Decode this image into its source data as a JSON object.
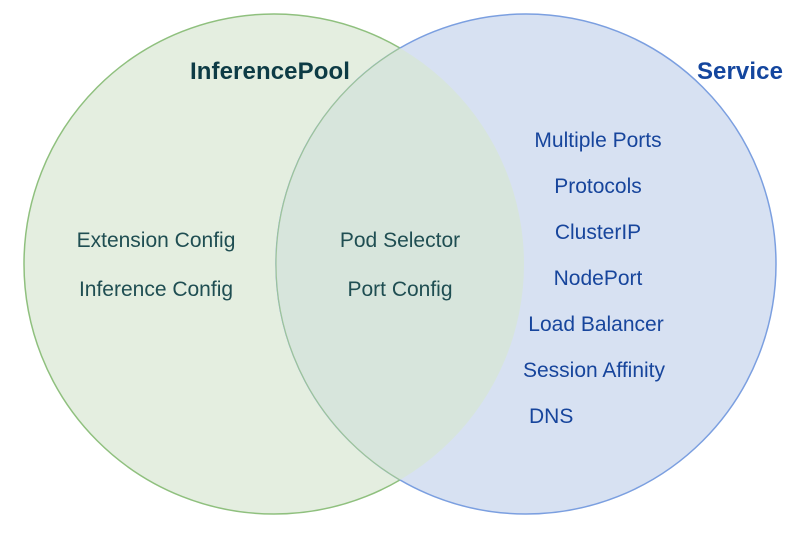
{
  "diagram": {
    "type": "venn",
    "background": "#ffffff",
    "left_set": {
      "title": "InferencePool",
      "title_color": "#0d3b45",
      "fill": "#e4eee0",
      "stroke": "#8fc07e",
      "text_color": "#1f4e52",
      "items": [
        "Extension Config",
        "Inference Config"
      ]
    },
    "right_set": {
      "title": "Service",
      "title_color": "#14469e",
      "fill": "#d7e1f2",
      "stroke": "#7b9fe0",
      "text_color": "#17459c",
      "items": [
        "Multiple Ports",
        "Protocols",
        "ClusterIP",
        "NodePort",
        "Load Balancer",
        "Session Affinity",
        "DNS"
      ]
    },
    "intersection": {
      "fill": "#d7e5dc",
      "text_color": "#1f4e52",
      "items": [
        "Pod Selector",
        "Port Config"
      ]
    }
  }
}
